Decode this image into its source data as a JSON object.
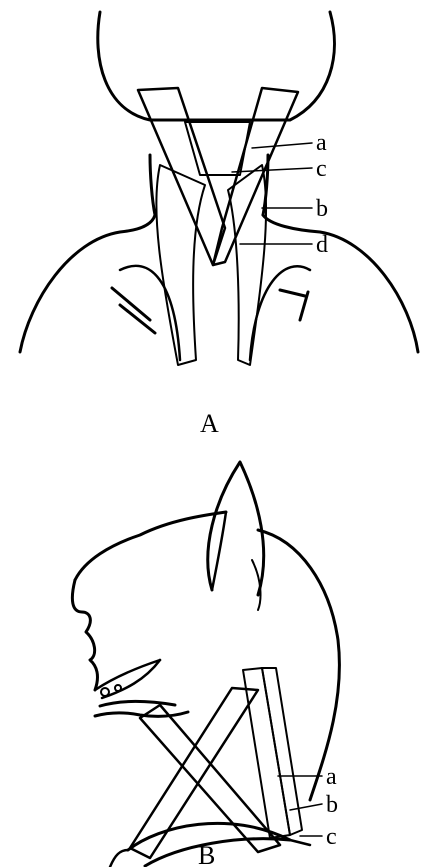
{
  "figure": {
    "panel_a": {
      "caption": "A",
      "labels": [
        "a",
        "c",
        "b",
        "d"
      ]
    },
    "panel_b": {
      "caption": "B",
      "labels": [
        "a",
        "b",
        "c"
      ]
    }
  }
}
